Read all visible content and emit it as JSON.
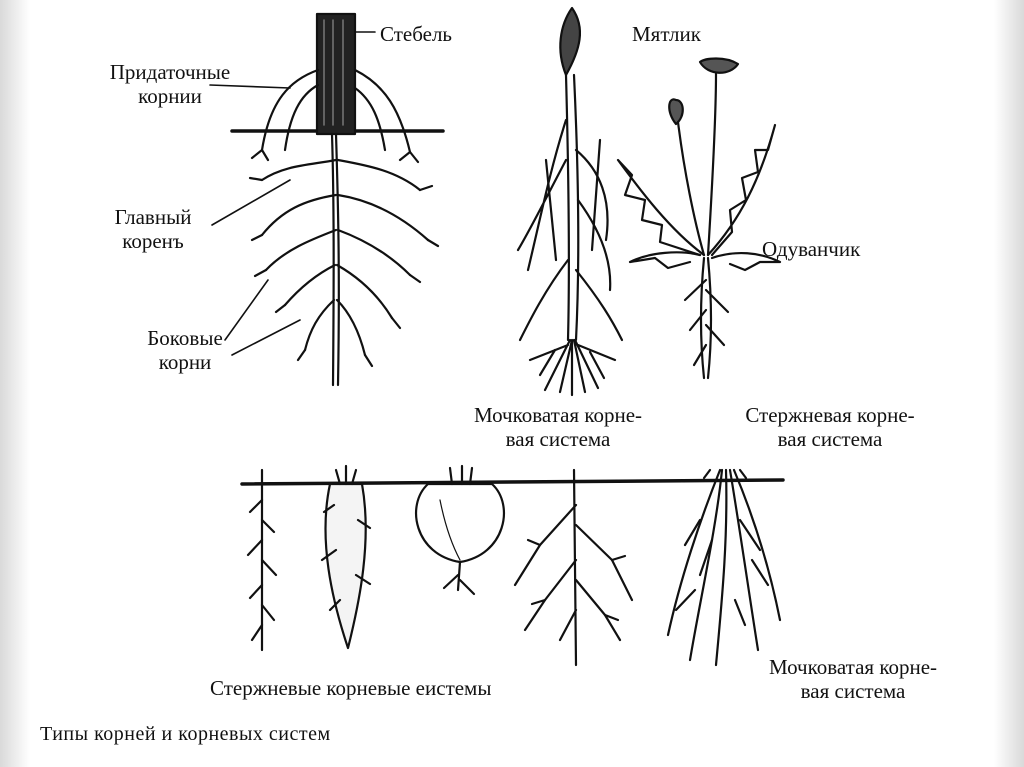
{
  "labels": {
    "stem": "Стебель",
    "adventitious": [
      "Придаточные",
      "корнии"
    ],
    "main_root": [
      "Главный",
      "коренъ"
    ],
    "lateral": [
      "Боковые",
      "корни"
    ],
    "meadow_grass": "Мятлик",
    "dandelion": "Одуванчик",
    "fibrous_top": [
      "Мочковатая корне-",
      "вая система"
    ],
    "taproot_top": [
      "Стержневая корне-",
      "вая система"
    ],
    "taproot_systems": "Стержневые корневые еистемы",
    "fibrous_bottom": [
      "Мочковатая корне-",
      "вая система"
    ],
    "caption": "Типы корней и корневых систем"
  },
  "icons": [
    "root-system-diagram",
    "meadow-grass-plant",
    "dandelion-plant",
    "soil-line",
    "taproot",
    "carrot-root",
    "beet-root",
    "branched-taproot",
    "fibrous-root"
  ]
}
